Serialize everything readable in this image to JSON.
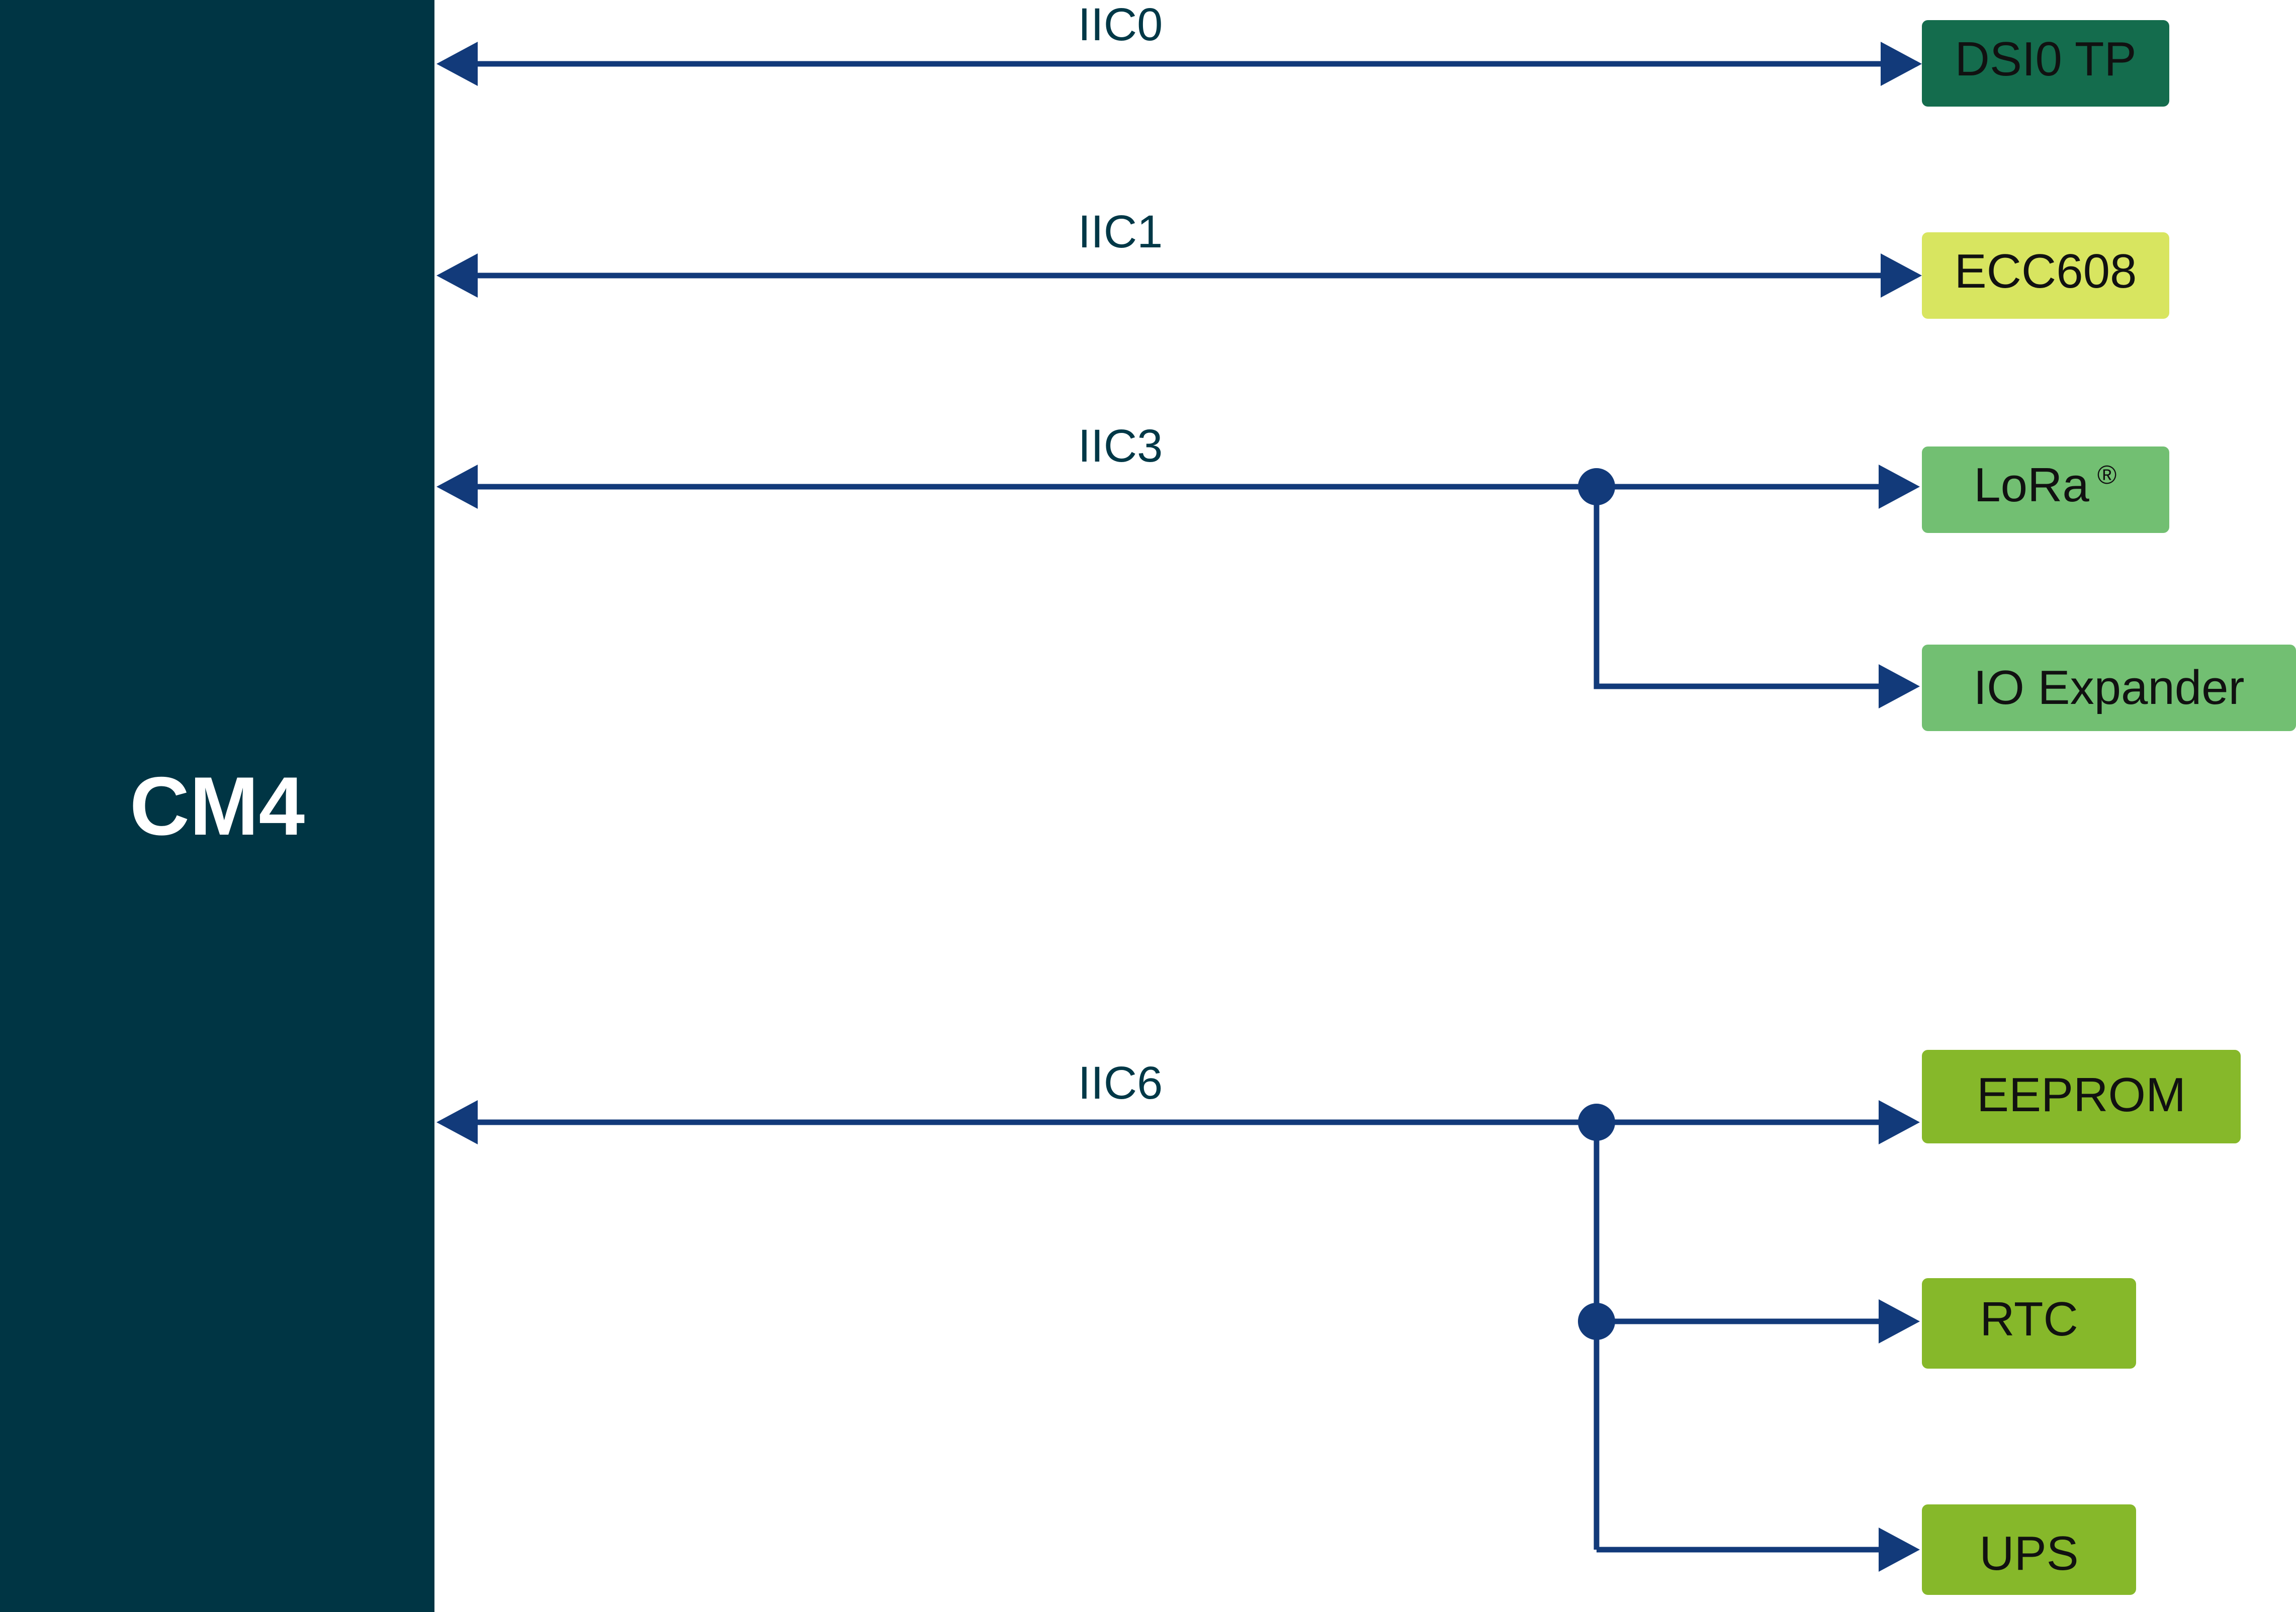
{
  "colors": {
    "cm4": "#003544",
    "line": "#123a7a",
    "dark_green": "#146c4d",
    "yellow_green": "#d8e560",
    "mid_green": "#72bf72",
    "lime_green": "#86b82a",
    "cm4_text": "#ffffff",
    "label_text": "#003847"
  },
  "cm4": {
    "label": "CM4"
  },
  "buses": [
    {
      "label": "IIC0"
    },
    {
      "label": "IIC1"
    },
    {
      "label": "IIC3"
    },
    {
      "label": "IIC6"
    }
  ],
  "devices": {
    "dsi0_tp": "DSI0 TP",
    "ecc608": "ECC608",
    "lora": "LoRa",
    "lora_mark": "®",
    "io_expander": "IO Expander",
    "eeprom": "EEPROM",
    "rtc": "RTC",
    "ups": "UPS"
  }
}
